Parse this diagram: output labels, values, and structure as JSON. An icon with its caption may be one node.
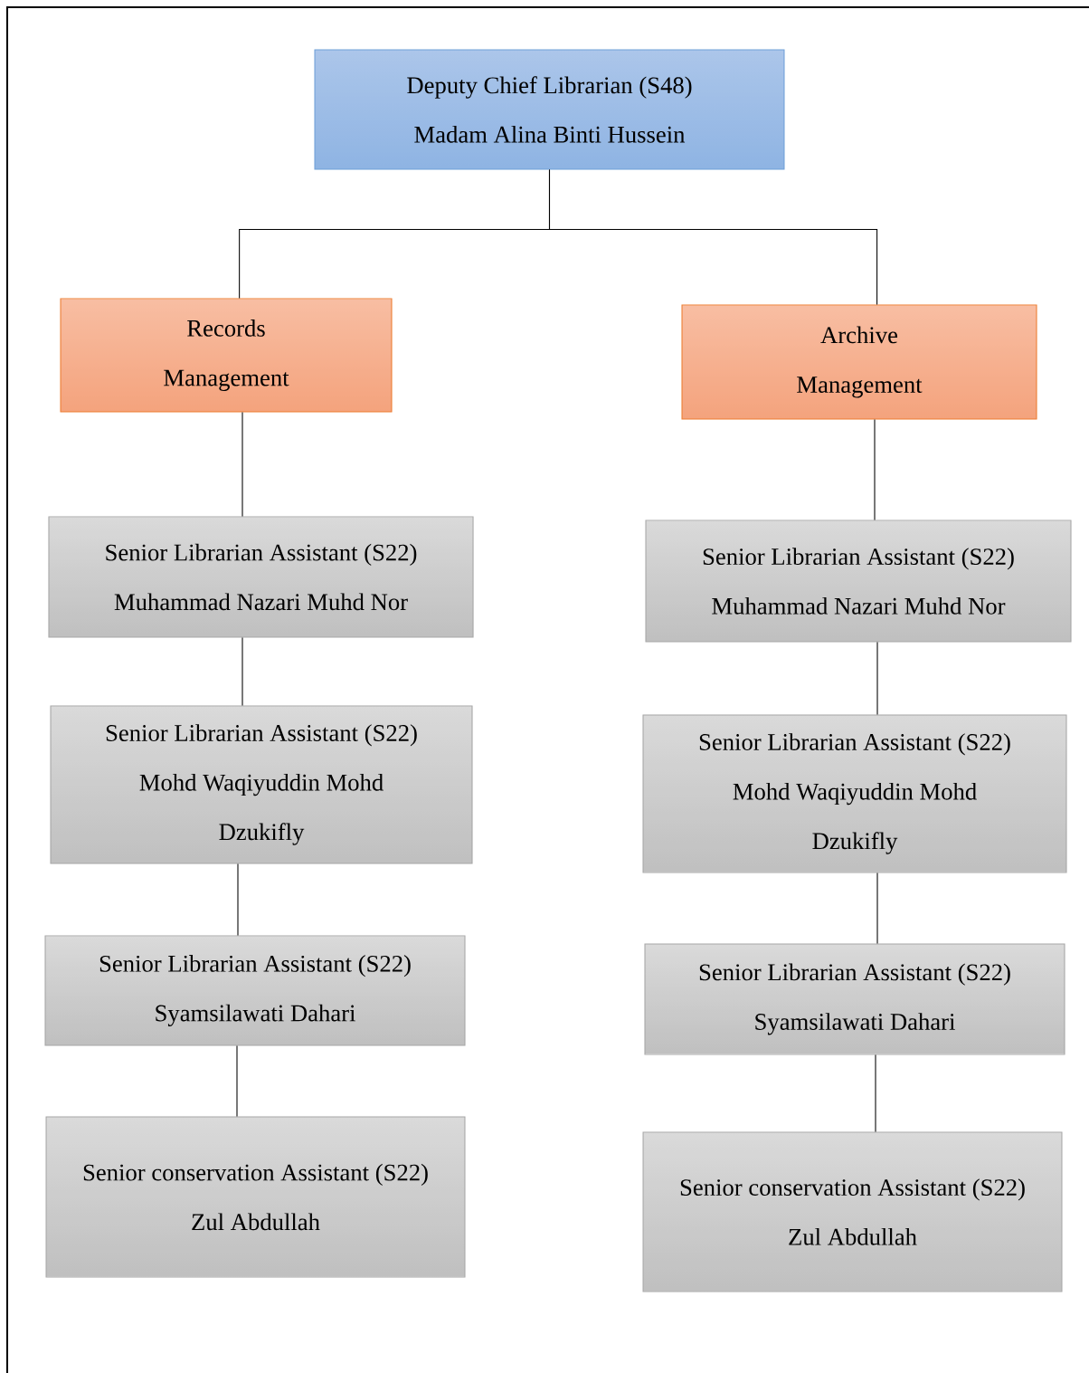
{
  "diagram": {
    "nodes": [
      {
        "text": [
          "Deputy Chief Librarian (S48)",
          "Madam Alina Binti Hussein"
        ]
      },
      {
        "text": [
          "Records Management"
        ]
      },
      {
        "text": [
          "Archive Management"
        ]
      },
      {
        "text": [
          "Senior Librarian Assistant (S22)",
          "Muhammad Nazari Muhd Nor"
        ]
      },
      {
        "text": [
          "Senior Librarian Assistant (S22)",
          "Mohd Waqiyuddin Mohd Dzukifly"
        ]
      },
      {
        "text": [
          "Senior Librarian Assistant (S22)",
          "Syamsilawati Dahari"
        ]
      },
      {
        "text": [
          "Senior conservation Assistant (S22)",
          "Zul Abdullah"
        ]
      },
      {
        "text": [
          "Senior Librarian Assistant (S22)",
          "Muhammad Nazari Muhd Nor"
        ]
      },
      {
        "text": [
          "Senior Librarian Assistant (S22)",
          "Mohd Waqiyuddin Mohd Dzukifly"
        ]
      },
      {
        "text": [
          "Senior Librarian Assistant (S22)",
          "Syamsilawati Dahari"
        ]
      },
      {
        "text": [
          "Senior conservation Assistant (S22)",
          "Zul Abdullah"
        ]
      }
    ],
    "edges": [
      {
        "from": 0,
        "to": 1,
        "arrow": "none"
      },
      {
        "from": 0,
        "to": 2,
        "arrow": "none"
      },
      {
        "from": 1,
        "to": 3,
        "arrow": "none"
      },
      {
        "from": 3,
        "to": 4,
        "arrow": "none"
      },
      {
        "from": 4,
        "to": 5,
        "arrow": "none"
      },
      {
        "from": 5,
        "to": 6,
        "arrow": "none"
      },
      {
        "from": 2,
        "to": 7,
        "arrow": "none"
      },
      {
        "from": 7,
        "to": 8,
        "arrow": "none"
      },
      {
        "from": 8,
        "to": 9,
        "arrow": "none"
      },
      {
        "from": 9,
        "to": 10,
        "arrow": "none"
      }
    ]
  }
}
